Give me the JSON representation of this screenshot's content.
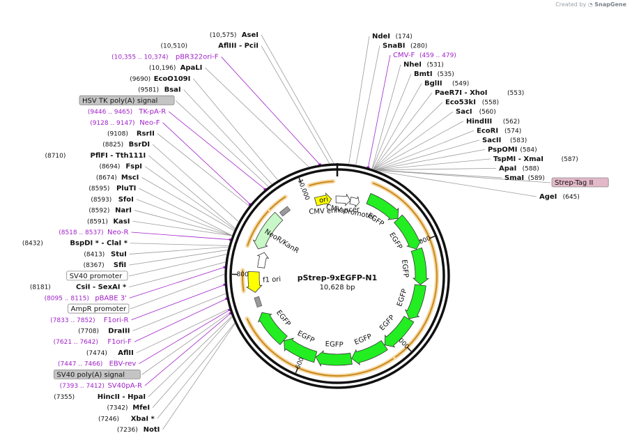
{
  "credit": {
    "prefix": "Created by",
    "brand": "SnapGene",
    "icon": "snapgene-logo-icon"
  },
  "plasmid": {
    "name": "pStrep-9xEGFP-N1",
    "length_text": "10,628 bp",
    "length": 10628
  },
  "colors": {
    "enzyme_line": "#9a9a9a",
    "primer": "#a020c8",
    "egfp": "#22ee22",
    "ori": "#ffff00",
    "f1ori": "#ffff00",
    "neokan": "#c8f7c8",
    "arc": "#f5a623",
    "gray_box": "#c4c4c4",
    "pink_box": "#e3b8c8"
  },
  "ticks": [
    {
      "pos": 2000,
      "label": "2000"
    },
    {
      "pos": 4000,
      "label": "4000"
    },
    {
      "pos": 6000,
      "label": "6000"
    },
    {
      "pos": 8000,
      "label": "8000"
    },
    {
      "pos": 10000,
      "label": "10,000"
    }
  ],
  "enzymes_left": [
    {
      "kind": "enzyme",
      "pos": 10575,
      "pos_text": "(10,575)",
      "name": "AseI"
    },
    {
      "kind": "enzyme",
      "pos": 10510,
      "pos_text": "(10,510)",
      "name": "AflIII  -  PciI"
    },
    {
      "kind": "primer",
      "pos": 10365,
      "pos_text": "(10,355 .. 10,374)",
      "name": "pBR322ori-F"
    },
    {
      "kind": "enzyme",
      "pos": 10196,
      "pos_text": "(10,196)",
      "name": "ApaLI"
    },
    {
      "kind": "enzyme",
      "pos": 9690,
      "pos_text": "(9690)",
      "name": "EcoO109I"
    },
    {
      "kind": "enzyme",
      "pos": 9581,
      "pos_text": "(9581)",
      "name": "BsaI"
    },
    {
      "kind": "feature",
      "pos": 9520,
      "pos_text": "",
      "name": "HSV TK poly(A) signal"
    },
    {
      "kind": "primer",
      "pos": 9455,
      "pos_text": "(9446 .. 9465)",
      "name": "TK-pA-R"
    },
    {
      "kind": "primer",
      "pos": 9137,
      "pos_text": "(9128 .. 9147)",
      "name": "Neo-F"
    },
    {
      "kind": "enzyme",
      "pos": 9108,
      "pos_text": "(9108)",
      "name": "RsrII"
    },
    {
      "kind": "enzyme",
      "pos": 8825,
      "pos_text": "(8825)",
      "name": "BsrDI"
    },
    {
      "kind": "enzyme",
      "pos": 8710,
      "pos_text": "(8710)",
      "name": "PflFI  -  Tth111I"
    },
    {
      "kind": "enzyme",
      "pos": 8694,
      "pos_text": "(8694)",
      "name": "FspI"
    },
    {
      "kind": "enzyme",
      "pos": 8674,
      "pos_text": "(8674)",
      "name": "MscI"
    },
    {
      "kind": "enzyme",
      "pos": 8595,
      "pos_text": "(8595)",
      "name": "PluTI"
    },
    {
      "kind": "enzyme",
      "pos": 8593,
      "pos_text": "(8593)",
      "name": "SfoI"
    },
    {
      "kind": "enzyme",
      "pos": 8592,
      "pos_text": "(8592)",
      "name": "NarI"
    },
    {
      "kind": "enzyme",
      "pos": 8591,
      "pos_text": "(8591)",
      "name": "KasI"
    },
    {
      "kind": "primer",
      "pos": 8527,
      "pos_text": "(8518 .. 8537)",
      "name": "Neo-R"
    },
    {
      "kind": "enzyme",
      "pos": 8432,
      "pos_text": "(8432)",
      "name": "BspDI *  -  ClaI *"
    },
    {
      "kind": "enzyme",
      "pos": 8413,
      "pos_text": "(8413)",
      "name": "StuI"
    },
    {
      "kind": "enzyme",
      "pos": 8367,
      "pos_text": "(8367)",
      "name": "SfiI"
    },
    {
      "kind": "feature",
      "pos": 8300,
      "pos_text": "",
      "name": "SV40 promoter"
    },
    {
      "kind": "enzyme",
      "pos": 8181,
      "pos_text": "(8181)",
      "name": "CsiI  -  SexAI *"
    },
    {
      "kind": "primer",
      "pos": 8105,
      "pos_text": "(8095 .. 8115)",
      "name": "pBABE 3'"
    },
    {
      "kind": "feature",
      "pos": 8000,
      "pos_text": "",
      "name": "AmpR promoter"
    },
    {
      "kind": "primer",
      "pos": 7842,
      "pos_text": "(7833 .. 7852)",
      "name": "F1ori-R"
    },
    {
      "kind": "enzyme",
      "pos": 7708,
      "pos_text": "(7708)",
      "name": "DraIII"
    },
    {
      "kind": "primer",
      "pos": 7631,
      "pos_text": "(7621 .. 7642)",
      "name": "F1ori-F"
    },
    {
      "kind": "enzyme",
      "pos": 7474,
      "pos_text": "(7474)",
      "name": "AflII"
    },
    {
      "kind": "primer",
      "pos": 7456,
      "pos_text": "(7447 .. 7466)",
      "name": "EBV-rev"
    },
    {
      "kind": "feature",
      "pos": 7420,
      "pos_text": "",
      "name": "SV40 poly(A) signal"
    },
    {
      "kind": "primer",
      "pos": 7402,
      "pos_text": "(7393 .. 7412)",
      "name": "SV40pA-R"
    },
    {
      "kind": "enzyme",
      "pos": 7355,
      "pos_text": "(7355)",
      "name": "HincII  -  HpaI"
    },
    {
      "kind": "enzyme",
      "pos": 7342,
      "pos_text": "(7342)",
      "name": "MfeI"
    },
    {
      "kind": "enzyme",
      "pos": 7246,
      "pos_text": "(7246)",
      "name": "XbaI  *"
    },
    {
      "kind": "enzyme",
      "pos": 7236,
      "pos_text": "(7236)",
      "name": "NotI"
    }
  ],
  "enzymes_right": [
    {
      "kind": "enzyme",
      "pos": 174,
      "pos_text": "(174)",
      "name": "NdeI"
    },
    {
      "kind": "enzyme",
      "pos": 280,
      "pos_text": "(280)",
      "name": "SnaBI"
    },
    {
      "kind": "primer",
      "pos": 469,
      "pos_text": "(459 .. 479)",
      "name": "CMV-F"
    },
    {
      "kind": "enzyme",
      "pos": 531,
      "pos_text": "(531)",
      "name": "NheI"
    },
    {
      "kind": "enzyme",
      "pos": 535,
      "pos_text": "(535)",
      "name": "BmtI"
    },
    {
      "kind": "enzyme",
      "pos": 549,
      "pos_text": "(549)",
      "name": "BglII"
    },
    {
      "kind": "enzyme",
      "pos": 553,
      "pos_text": "(553)",
      "name": "PaeR7I  -  XhoI"
    },
    {
      "kind": "enzyme",
      "pos": 558,
      "pos_text": "(558)",
      "name": "Eco53kI"
    },
    {
      "kind": "enzyme",
      "pos": 560,
      "pos_text": "(560)",
      "name": "SacI"
    },
    {
      "kind": "enzyme",
      "pos": 562,
      "pos_text": "(562)",
      "name": "HindIII"
    },
    {
      "kind": "enzyme",
      "pos": 574,
      "pos_text": "(574)",
      "name": "EcoRI"
    },
    {
      "kind": "enzyme",
      "pos": 583,
      "pos_text": "(583)",
      "name": "SacII"
    },
    {
      "kind": "enzyme",
      "pos": 584,
      "pos_text": "(584)",
      "name": "PspOMI"
    },
    {
      "kind": "enzyme",
      "pos": 587,
      "pos_text": "(587)",
      "name": "TspMI  -  XmaI"
    },
    {
      "kind": "enzyme",
      "pos": 588,
      "pos_text": "(588)",
      "name": "ApaI"
    },
    {
      "kind": "enzyme",
      "pos": 589,
      "pos_text": "(589)",
      "name": "SmaI"
    },
    {
      "kind": "feature",
      "pos": 600,
      "pos_text": "",
      "name": "Strep-Tag II"
    },
    {
      "kind": "enzyme",
      "pos": 645,
      "pos_text": "(645)",
      "name": "AgeI"
    }
  ],
  "features": [
    {
      "name": "EGFP",
      "start": 650,
      "end": 1370,
      "dir": 1,
      "color": "egfp"
    },
    {
      "name": "EGFP",
      "start": 1380,
      "end": 2100,
      "dir": 1,
      "color": "egfp"
    },
    {
      "name": "EGFP",
      "start": 2110,
      "end": 2830,
      "dir": 1,
      "color": "egfp"
    },
    {
      "name": "EGFP",
      "start": 2840,
      "end": 3560,
      "dir": 1,
      "color": "egfp"
    },
    {
      "name": "EGFP",
      "start": 3570,
      "end": 4290,
      "dir": 1,
      "color": "egfp"
    },
    {
      "name": "EGFP",
      "start": 4300,
      "end": 5020,
      "dir": 1,
      "color": "egfp"
    },
    {
      "name": "EGFP",
      "start": 5030,
      "end": 5750,
      "dir": 1,
      "color": "egfp"
    },
    {
      "name": "EGFP",
      "start": 5760,
      "end": 6480,
      "dir": 1,
      "color": "egfp"
    },
    {
      "name": "EGFP",
      "start": 6490,
      "end": 7210,
      "dir": 1,
      "color": "egfp"
    },
    {
      "name": "NeoR/KanR",
      "start": 8530,
      "end": 9320,
      "dir": -1,
      "color": "neokan"
    },
    {
      "name": "f1 ori",
      "start": 7640,
      "end": 8060,
      "dir": -1,
      "color": "f1ori"
    },
    {
      "name": "ori",
      "start": 10150,
      "end": 10500,
      "dir": 1,
      "color": "ori"
    },
    {
      "name": "CMV enhancer",
      "start": 10600,
      "end": 290,
      "dir": 1,
      "color": "white"
    },
    {
      "name": "CMV promoter",
      "start": 290,
      "end": 490,
      "dir": 1,
      "color": "white"
    },
    {
      "name": "SV40 promoter",
      "start": 8160,
      "end": 8500,
      "dir": 1,
      "color": "white"
    }
  ],
  "inner_labels": [
    {
      "text": "ori",
      "pos": 10330
    },
    {
      "text": "CMV enhancer",
      "pos": 10550
    },
    {
      "text": "CMV promoter",
      "pos": 350
    },
    {
      "text": "NeoR/KanR",
      "pos": 8920
    },
    {
      "text": "f1 ori",
      "pos": 7880
    }
  ]
}
